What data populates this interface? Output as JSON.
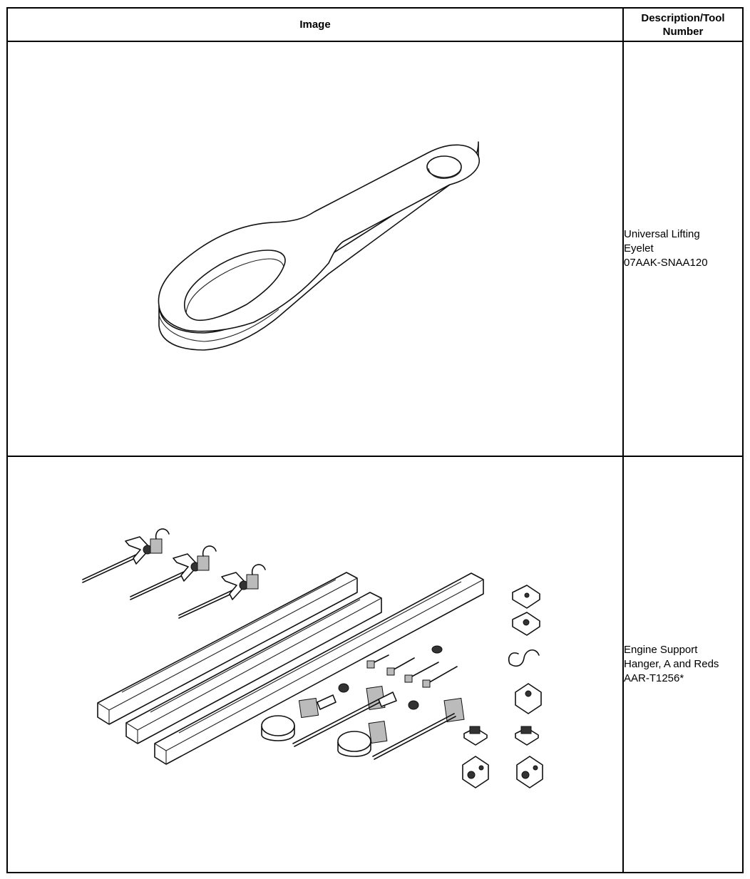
{
  "table": {
    "headers": {
      "image": "Image",
      "description_line1": "Description/Tool",
      "description_line2": "Number"
    },
    "rows": [
      {
        "illustration": "lifting-eyelet-drawing",
        "description_lines": [
          "Universal Lifting",
          "Eyelet",
          "07AAK-SNAA120"
        ]
      },
      {
        "illustration": "engine-support-hanger-drawing",
        "description_lines": [
          "Engine Support",
          "Hanger, A and Reds",
          "AAR-T1256*"
        ]
      }
    ]
  }
}
